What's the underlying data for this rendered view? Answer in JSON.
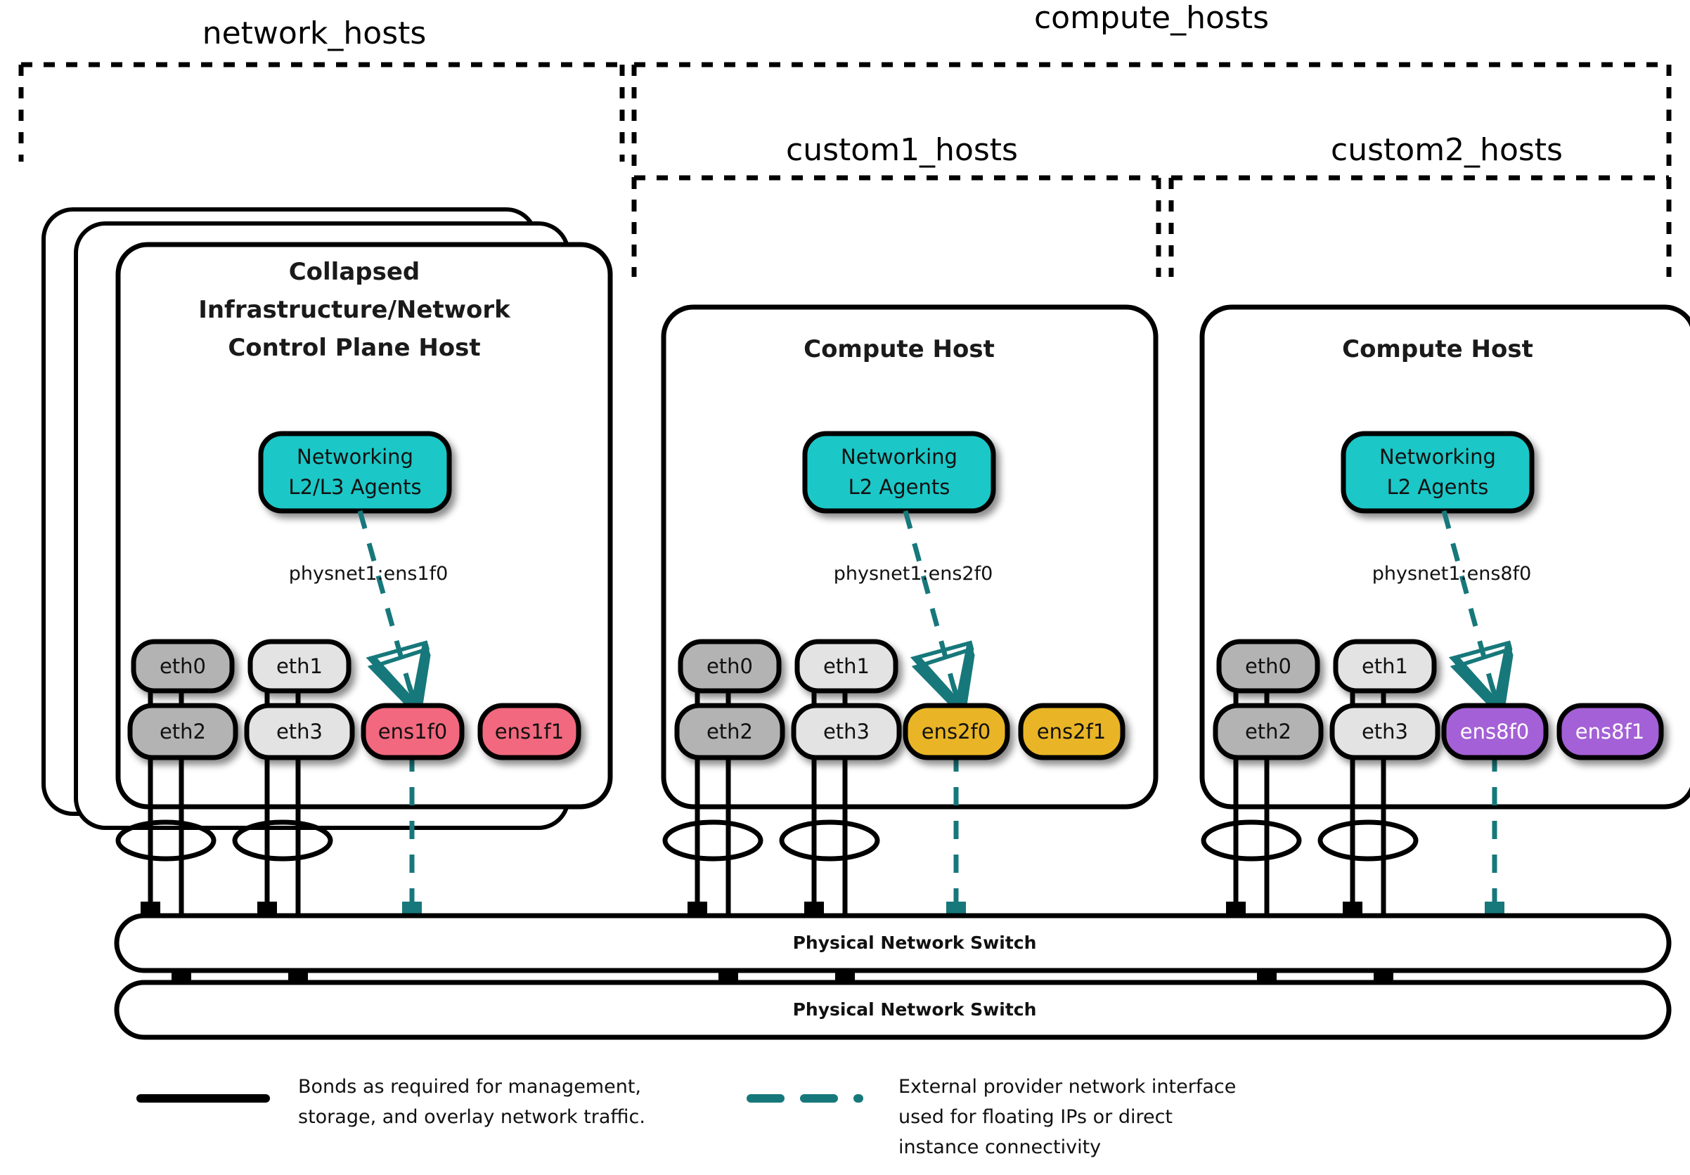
{
  "groups": [
    {
      "label": "network_hosts"
    },
    {
      "label": "compute_hosts"
    },
    {
      "label": "custom1_hosts"
    },
    {
      "label": "custom2_hosts"
    }
  ],
  "hosts": [
    {
      "title_lines": [
        "Collapsed",
        "Infrastructure/Network",
        "Control Plane Host"
      ],
      "agent_lines": [
        "Networking",
        "L2/L3 Agents"
      ],
      "physnet": "physnet1:ens1f0",
      "nics_top": [
        "eth0",
        "eth1"
      ],
      "nics_bottom": [
        "eth2",
        "eth3",
        "ens1f0",
        "ens1f1"
      ],
      "provider_color": "#f2687e",
      "provider_text_color": "#111111",
      "stacked": true
    },
    {
      "title_lines": [
        "Compute Host"
      ],
      "agent_lines": [
        "Networking",
        "L2 Agents"
      ],
      "physnet": "physnet1:ens2f0",
      "nics_top": [
        "eth0",
        "eth1"
      ],
      "nics_bottom": [
        "eth2",
        "eth3",
        "ens2f0",
        "ens2f1"
      ],
      "provider_color": "#e9b528",
      "provider_text_color": "#111111",
      "stacked": false
    },
    {
      "title_lines": [
        "Compute Host"
      ],
      "agent_lines": [
        "Networking",
        "L2 Agents"
      ],
      "physnet": "physnet1:ens8f0",
      "nics_top": [
        "eth0",
        "eth1"
      ],
      "nics_bottom": [
        "eth2",
        "eth3",
        "ens8f0",
        "ens8f1"
      ],
      "provider_color": "#a461d6",
      "provider_text_color": "#ffffff",
      "stacked": false
    }
  ],
  "switches": [
    {
      "label": "Physical Network Switch"
    },
    {
      "label": "Physical Network Switch"
    }
  ],
  "legend": [
    {
      "style": "solid",
      "color": "#000000",
      "lines": [
        "Bonds as required for management,",
        "storage, and overlay network traffic."
      ]
    },
    {
      "style": "dashed",
      "color": "#17787b",
      "lines": [
        "External provider network interface",
        "used for floating IPs or direct",
        "instance connectivity"
      ]
    }
  ],
  "colors": {
    "agent_fill": "#1fc7c7",
    "nic_dark": "#b3b3b3",
    "nic_light": "#e3e3e3",
    "provider_teal": "#17787b",
    "stroke": "#000000"
  }
}
